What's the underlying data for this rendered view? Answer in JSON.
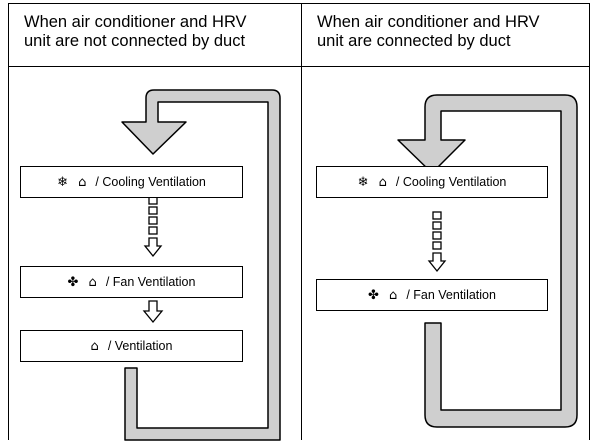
{
  "headers": {
    "left": "When air conditioner and HRV\nunit are not connected by duct",
    "right": "When air conditioner and HRV\nunit are connected by duct"
  },
  "left_panel": {
    "boxes": [
      {
        "icons": "❄ ⌂",
        "label": "/ Cooling Ventilation"
      },
      {
        "icons": "✤ ⌂",
        "label": "/ Fan Ventilation"
      },
      {
        "icons": "⌂",
        "label": "/ Ventilation"
      }
    ]
  },
  "right_panel": {
    "boxes": [
      {
        "icons": "❄ ⌂",
        "label": "/ Cooling Ventilation"
      },
      {
        "icons": "✤ ⌂",
        "label": "/ Fan Ventilation"
      }
    ]
  },
  "colors": {
    "loop_fill": "#cfcfcf",
    "stroke": "#000000"
  }
}
